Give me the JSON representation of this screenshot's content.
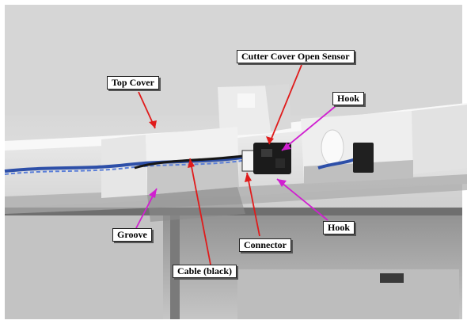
{
  "photo": {
    "subject": "printer-cutter-cover-assembly",
    "labels": {
      "cutter_cover_open_sensor": "Cutter Cover Open Sensor",
      "top_cover": "Top Cover",
      "hook_upper": "Hook",
      "hook_lower": "Hook",
      "groove": "Groove",
      "connector": "Connector",
      "cable_black": "Cable (black)"
    },
    "colors": {
      "callout_red": "#e01b1b",
      "callout_magenta": "#d020d0",
      "cable_blue": "#2d4fa8",
      "cable_black": "#161616"
    }
  }
}
